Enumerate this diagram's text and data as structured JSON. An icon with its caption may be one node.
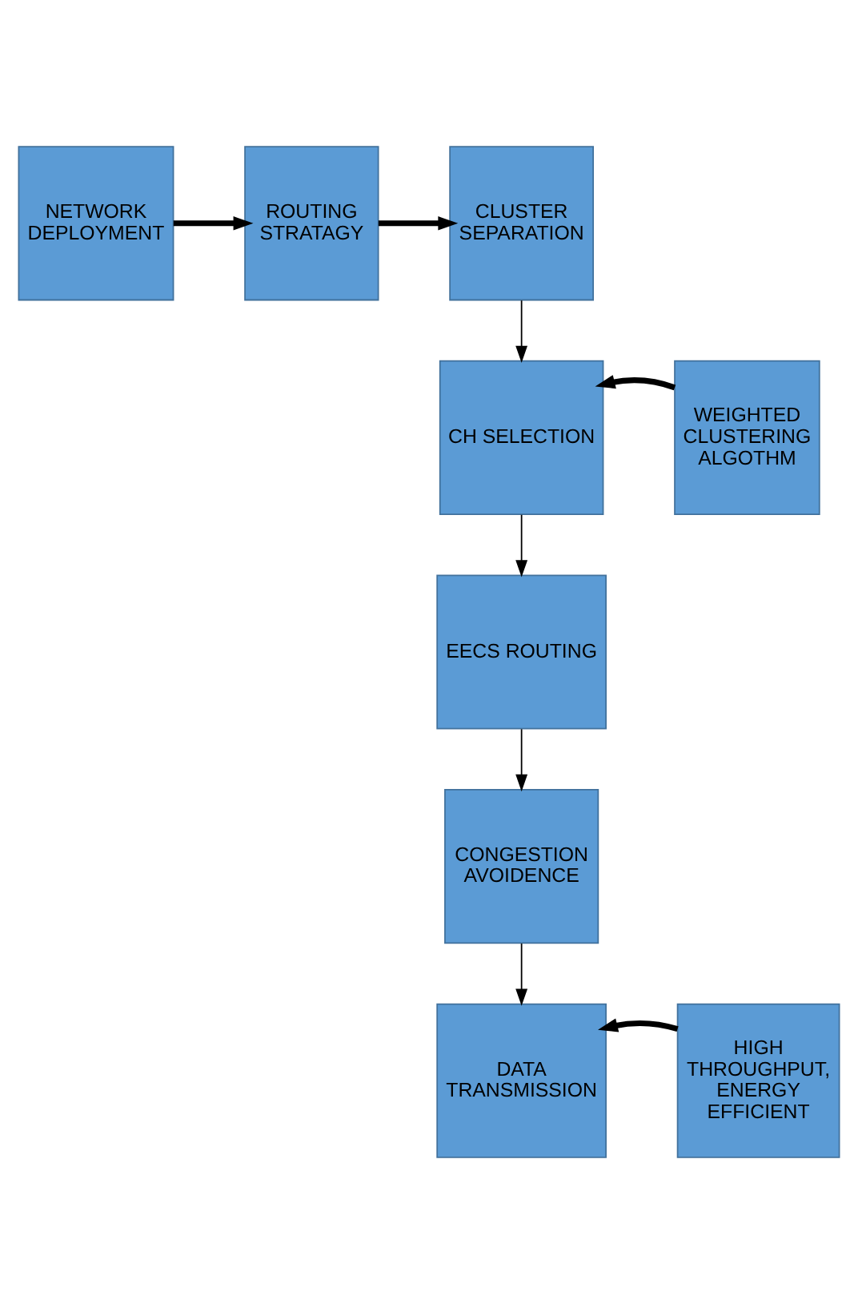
{
  "diagram": {
    "nodes": [
      {
        "text": [
          "NETWORK DEPLOYMENT"
        ]
      },
      {
        "text": [
          "ROUTING STRATAGY"
        ]
      },
      {
        "text": [
          "CLUSTER SEPARATION"
        ]
      },
      {
        "text": [
          "CH SELECTION"
        ]
      },
      {
        "text": [
          "WEIGHTED CLUSTERING ALGOTHM"
        ]
      },
      {
        "text": [
          "EECS ROUTING"
        ]
      },
      {
        "text": [
          "CONGESTION AVOIDENCE"
        ]
      },
      {
        "text": [
          "DATA TRANSMISSION"
        ]
      },
      {
        "text": [
          "HIGH THROUGHPUT, ENERGY EFFICIENT"
        ]
      }
    ],
    "edges": [
      {
        "from": 0,
        "to": 1,
        "arrow": "to",
        "style": "thick"
      },
      {
        "from": 1,
        "to": 2,
        "arrow": "to",
        "style": "thick"
      },
      {
        "from": 2,
        "to": 3,
        "arrow": "to"
      },
      {
        "from": 4,
        "to": 3,
        "arrow": "to",
        "style": "thick"
      },
      {
        "from": 3,
        "to": 5,
        "arrow": "to"
      },
      {
        "from": 5,
        "to": 6,
        "arrow": "to"
      },
      {
        "from": 6,
        "to": 7,
        "arrow": "to"
      },
      {
        "from": 8,
        "to": 7,
        "arrow": "to",
        "style": "thick"
      }
    ]
  }
}
